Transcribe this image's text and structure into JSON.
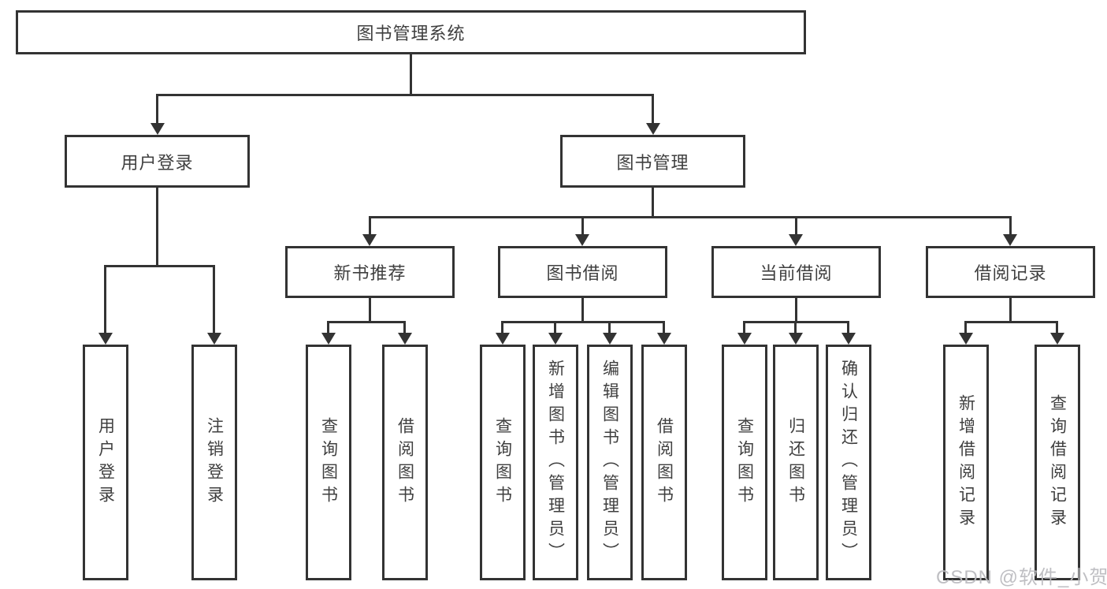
{
  "diagram": {
    "title": "图书管理系统",
    "branches": [
      {
        "label": "用户登录",
        "children": [
          {
            "label": "用户登录"
          },
          {
            "label": "注销登录"
          }
        ]
      },
      {
        "label": "图书管理",
        "groups": [
          {
            "label": "新书推荐",
            "children": [
              {
                "label": "查询图书"
              },
              {
                "label": "借阅图书"
              }
            ]
          },
          {
            "label": "图书借阅",
            "children": [
              {
                "label": "查询图书"
              },
              {
                "label": "新增图书（管理员）"
              },
              {
                "label": "编辑图书（管理员）"
              },
              {
                "label": "借阅图书"
              }
            ]
          },
          {
            "label": "当前借阅",
            "children": [
              {
                "label": "查询图书"
              },
              {
                "label": "归还图书"
              },
              {
                "label": "确认归还（管理员）"
              }
            ]
          },
          {
            "label": "借阅记录",
            "children": [
              {
                "label": "新增借阅记录"
              },
              {
                "label": "查询借阅记录"
              }
            ]
          }
        ]
      }
    ]
  },
  "watermark": {
    "text": "CSDN @软件_小贺同学"
  },
  "colors": {
    "line": "#333333",
    "text": "#3f3f3f",
    "box_bg": "#ffffff",
    "background": "#ffffff",
    "watermark": "#bcbcc0"
  }
}
